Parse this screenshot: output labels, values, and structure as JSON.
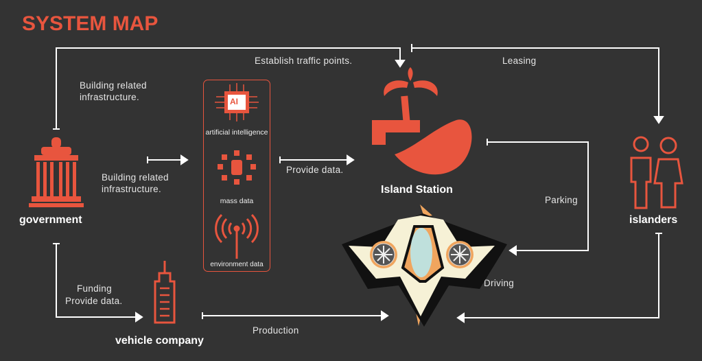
{
  "title": "SYSTEM MAP",
  "nodes": {
    "government": "government",
    "island_station": "Island Station",
    "islanders": "islanders",
    "vehicle_company": "vehicle company"
  },
  "data_box": {
    "ai_badge": "AI",
    "ai": "artificial intelligence",
    "mass": "mass data",
    "env": "environment data"
  },
  "edges": {
    "traffic": "Establish traffic points.",
    "leasing": "Leasing",
    "infra_top": "Building related infrastructure.",
    "infra_mid": "Building related infrastructure.",
    "provide": "Provide data.",
    "parking": "Parking",
    "driving": "Driving",
    "funding": "Funding",
    "funding_provide": "Provide data.",
    "production": "Production"
  },
  "colors": {
    "accent": "#e8553e",
    "background": "#333333",
    "vehicle": "#f0a55e"
  }
}
